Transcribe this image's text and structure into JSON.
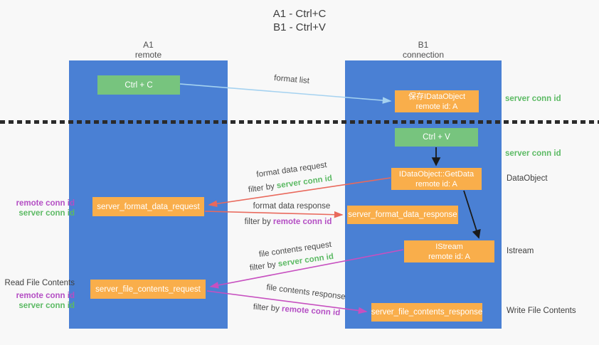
{
  "title": {
    "line1": "A1 - Ctrl+C",
    "line2": "B1 - Ctrl+V"
  },
  "columns": {
    "left": {
      "name": "A1",
      "subtitle": "remote"
    },
    "right": {
      "name": "B1",
      "subtitle": "connection"
    }
  },
  "nodes": {
    "ctrl_c": "Ctrl + C",
    "ctrl_v": "Ctrl + V",
    "save_idataobject": {
      "line1": "保存IDataObject",
      "line2": "remote id: A"
    },
    "getdata": {
      "line1": "IDataObject::GetData",
      "line2": "remote id: A"
    },
    "istream": {
      "line1": "IStream",
      "line2": "remote id: A"
    },
    "server_format_data_request": "server_format_data_request",
    "server_format_data_response": "server_format_data_response",
    "server_file_contents_request": "server_file_contents_request",
    "server_file_contents_response": "server_file_contents_response"
  },
  "labels": {
    "format_list": "format list",
    "format_data_request": "format data request",
    "format_data_response": "format data response",
    "file_contents_request": "file contents request",
    "file_contents_response": "file contents response",
    "filter_by": "filter by",
    "server_conn_id": "server conn id",
    "remote_conn_id": "remote conn id",
    "dataobject": "DataObject",
    "istream_side": "Istream",
    "read_file_contents": "Read File Contents",
    "write_file_contents": "Write File Contents"
  },
  "colors": {
    "lifeline_blue": "#4a80d4",
    "node_green": "#77c47e",
    "node_orange": "#f9ae4b",
    "arrow_lightblue": "#a5d2f0",
    "arrow_red": "#e9695c",
    "arrow_magenta": "#c750c0",
    "arrow_black": "#1a1a1a",
    "text_green": "#5cba64",
    "text_purple": "#b44ec4"
  }
}
